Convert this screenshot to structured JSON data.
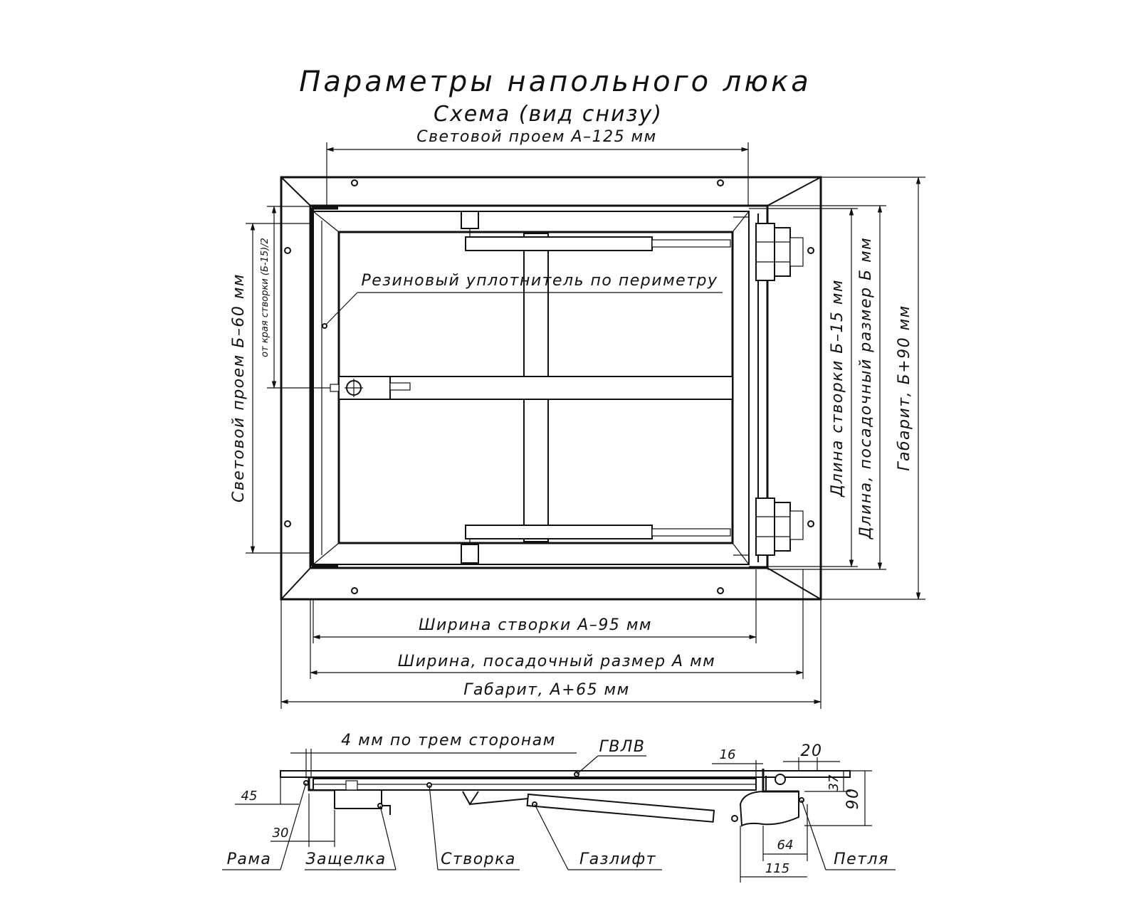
{
  "title": "Параметры напольного люка",
  "subtitle": "Схема (вид снизу)",
  "labels": {
    "light_opening_a": "Световой проем А–125 мм",
    "light_opening_b": "Световой проем Б–60 мм",
    "from_edge": "от края створки (Б-15)/2",
    "rubber_seal": "Резиновый уплотнитель по периметру",
    "leaf_length": "Длина створки Б–15 мм",
    "length_fit": "Длина, посадочный размер Б мм",
    "overall_b": "Габарит, Б+90 мм",
    "leaf_width": "Ширина створки А–95 мм",
    "width_fit": "Ширина, посадочный размер А мм",
    "overall_a": "Габарит, А+65 мм"
  },
  "section": {
    "gap_note": "4 мм по трем сторонам",
    "gvlv": "ГВЛВ",
    "dims": {
      "d45": "45",
      "d30": "30",
      "d16": "16",
      "d20": "20",
      "d37": "37",
      "d90": "90",
      "d64": "64",
      "d115": "115"
    },
    "parts": {
      "frame": "Рама",
      "latch": "Защелка",
      "leaf": "Створка",
      "gaslift": "Газлифт",
      "hinge": "Петля"
    }
  }
}
